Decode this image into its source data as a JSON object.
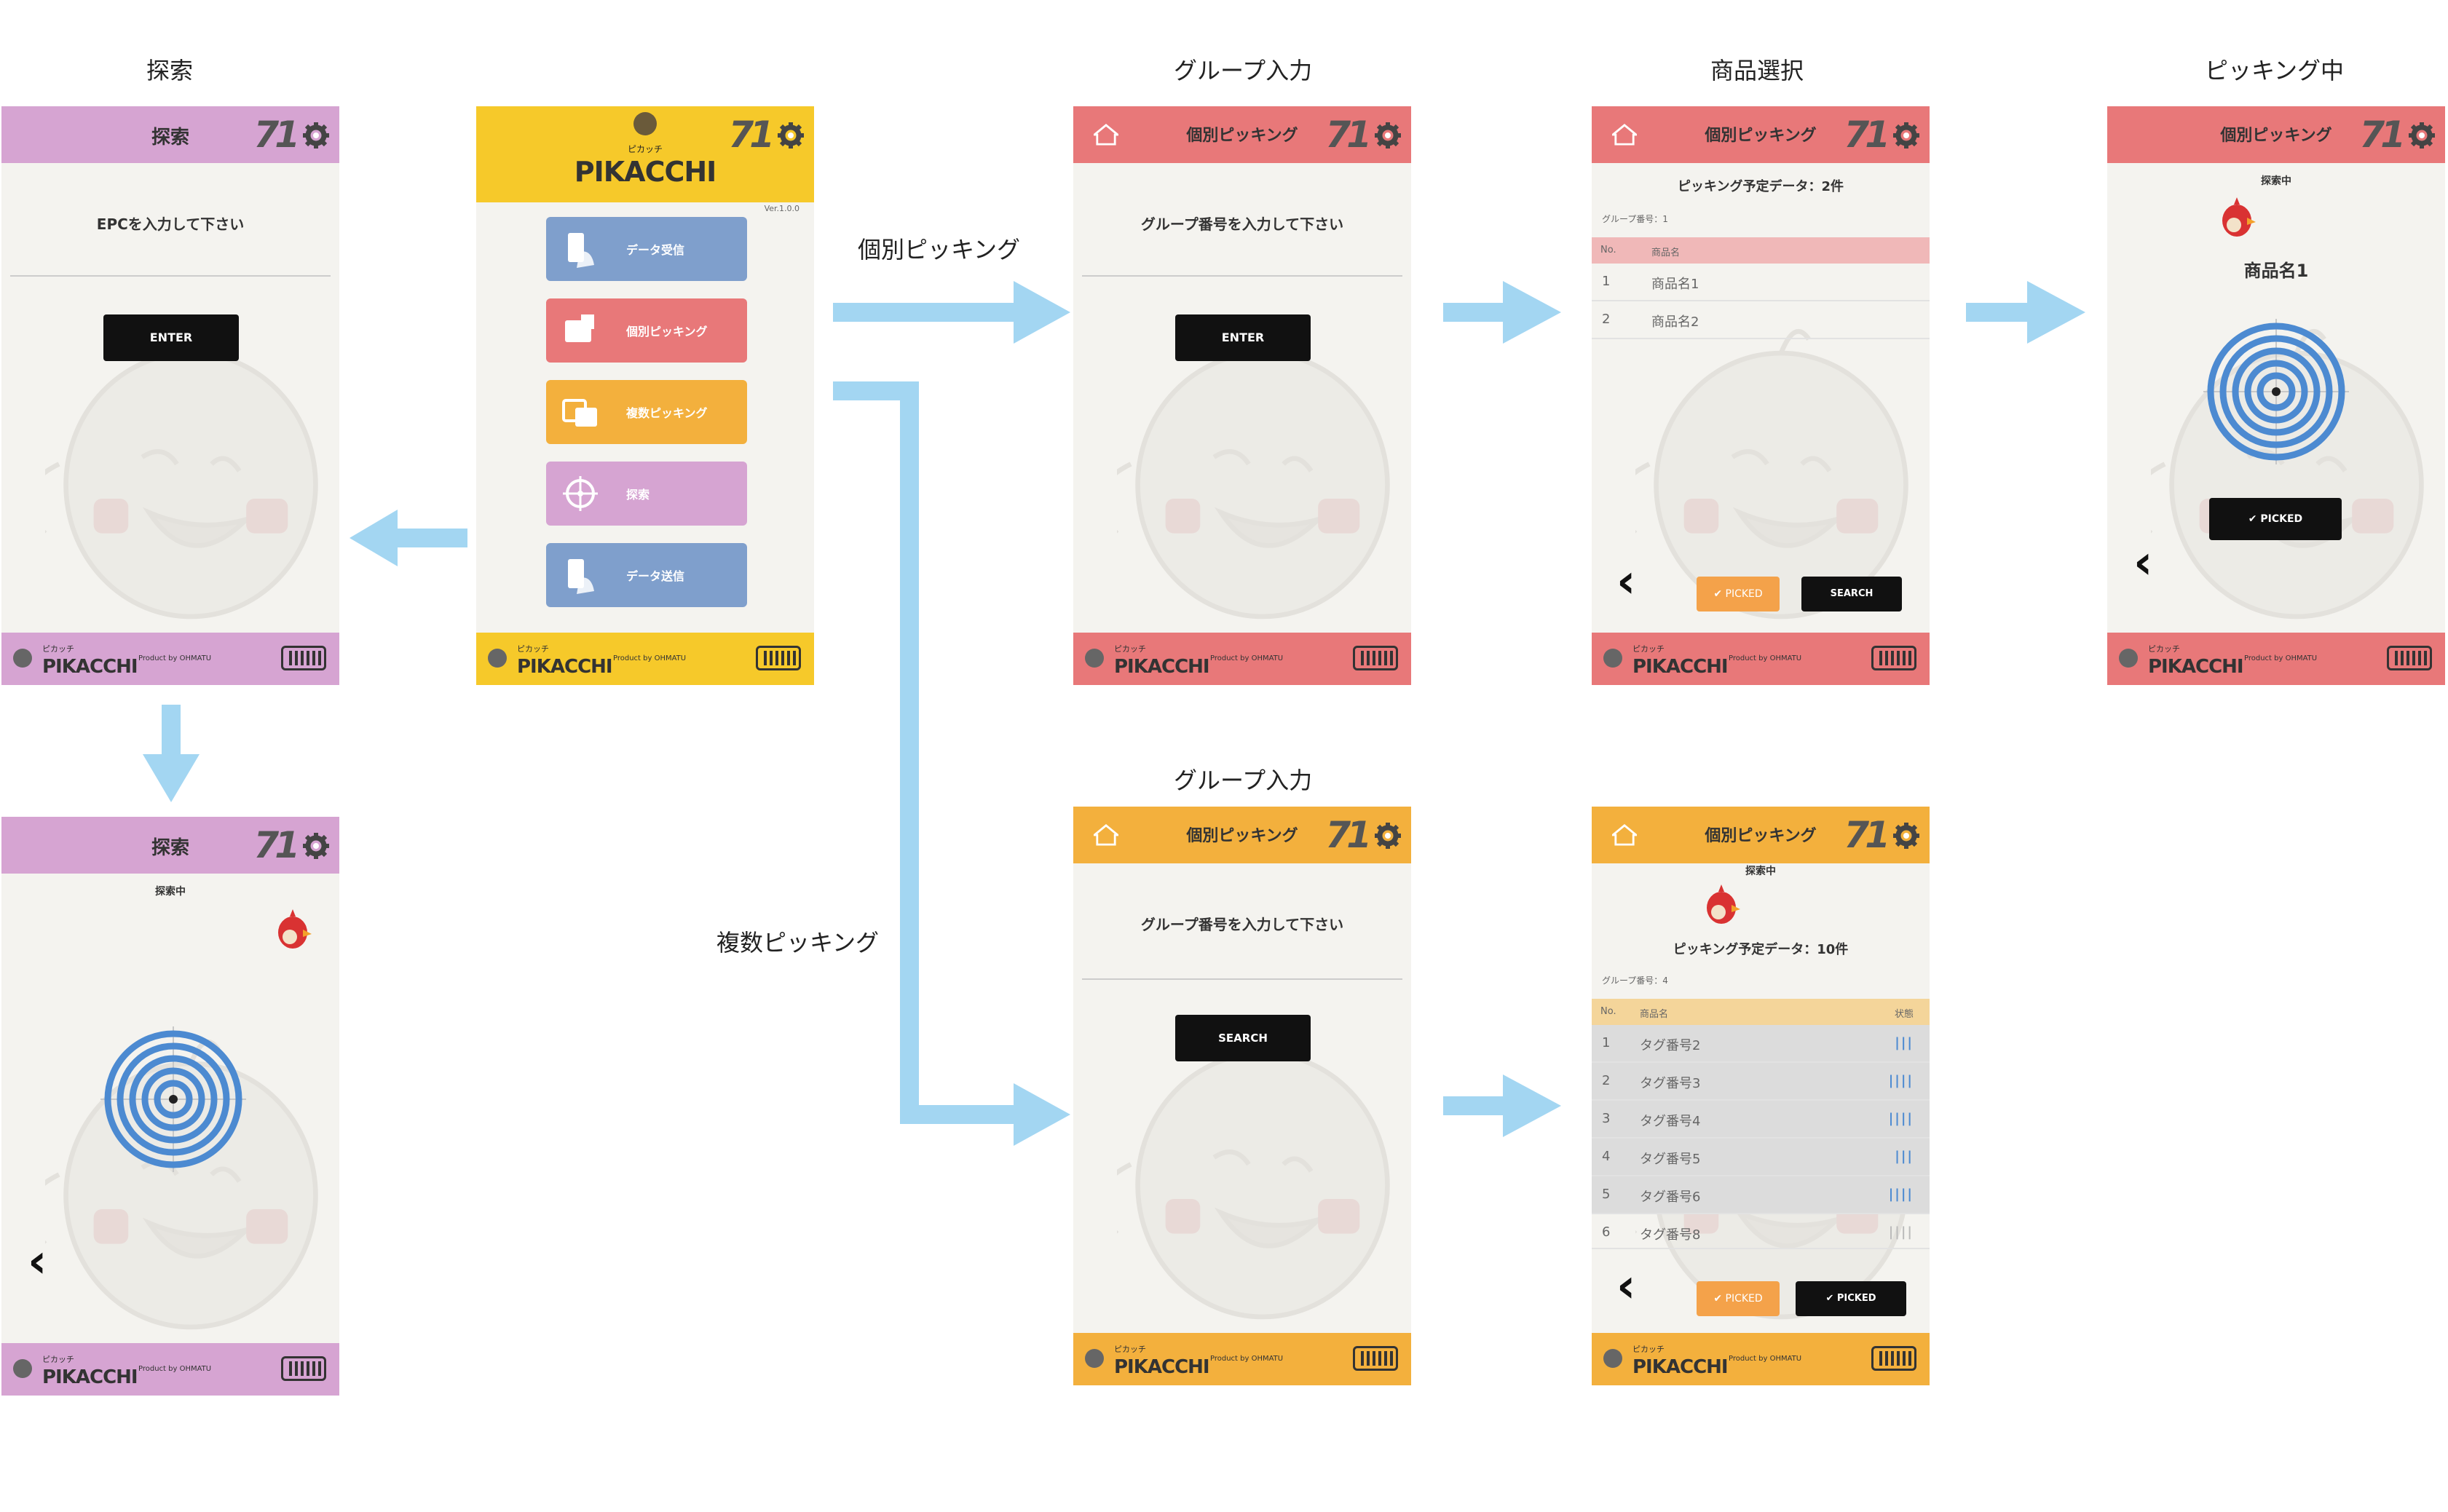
{
  "captions": {
    "search": "探索",
    "group_input_1": "グループ入力",
    "product_select": "商品選択",
    "picking": "ピッキング中",
    "group_input_2": "グループ入力"
  },
  "flow_labels": {
    "individual": "個別ピッキング",
    "multiple": "複数ピッキング"
  },
  "colors": {
    "purple": "#d6a4d2",
    "yellow": "#f6c92a",
    "red": "#e87879",
    "orange": "#f3b03d",
    "arrow": "#a3d6f2",
    "target": "#4c8ad1"
  },
  "common": {
    "logo": "71",
    "brand_small": "ピカッチ",
    "brand": "PIKACCHI",
    "produced": "Product by OHMATU",
    "picking_title": "個別ピッキング",
    "search_title": "探索",
    "back": "‹",
    "enter": "ENTER",
    "search": "SEARCH",
    "picked": "✔ PICKED",
    "searching": "探索中"
  },
  "screens": {
    "search1": {
      "prompt": "EPCを入力して下さい"
    },
    "menu": {
      "version": "Ver.1.0.0",
      "buttons": [
        "データ受信",
        "個別ピッキング",
        "複数ピッキング",
        "探索",
        "データ送信"
      ]
    },
    "group1": {
      "prompt": "グループ番号を入力して下さい"
    },
    "product": {
      "heading": "ピッキング予定データ：2件",
      "group": "グループ番号：1",
      "col_no": "No.",
      "col_name": "商品名",
      "rows": [
        {
          "no": "1",
          "name": "商品名1"
        },
        {
          "no": "2",
          "name": "商品名2"
        }
      ]
    },
    "picking": {
      "product": "商品名1"
    },
    "group2": {
      "prompt": "グループ番号を入力して下さい"
    },
    "multi": {
      "heading": "ピッキング予定データ：10件",
      "group": "グループ番号：4",
      "col_no": "No.",
      "col_name": "商品名",
      "col_state": "状態",
      "rows": [
        {
          "no": "1",
          "name": "タグ番号2"
        },
        {
          "no": "2",
          "name": "タグ番号3"
        },
        {
          "no": "3",
          "name": "タグ番号4"
        },
        {
          "no": "4",
          "name": "タグ番号5"
        },
        {
          "no": "5",
          "name": "タグ番号6"
        },
        {
          "no": "6",
          "name": "タグ番号8"
        }
      ]
    }
  }
}
